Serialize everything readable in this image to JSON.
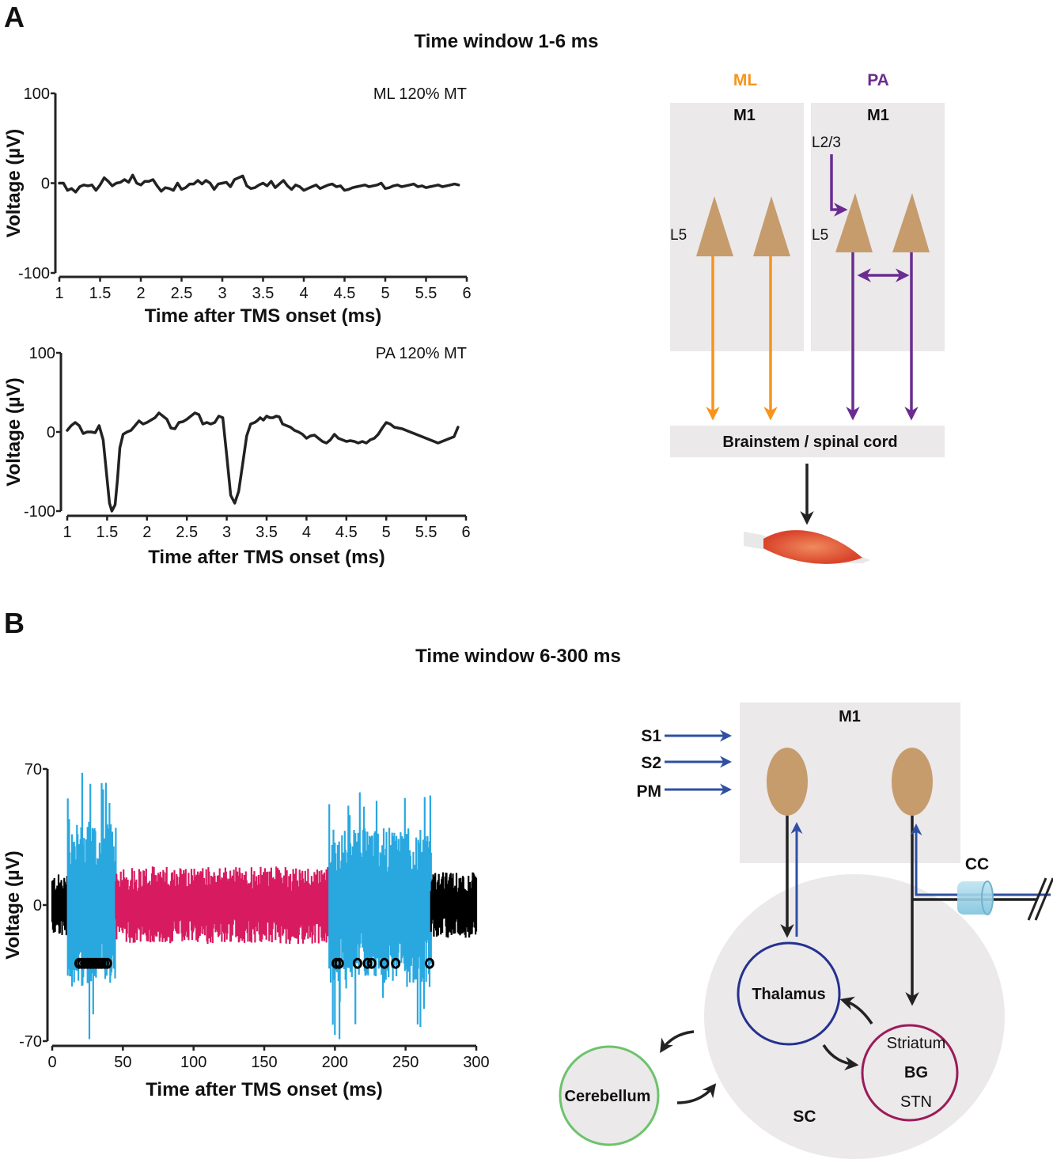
{
  "panel_a": {
    "letter": "A",
    "title": "Time window 1-6 ms",
    "diagram": {
      "ml_label": "ML",
      "pa_label": "PA",
      "ml_color": "#f7941d",
      "pa_color": "#6b2c91",
      "m1_left": "M1",
      "m1_right": "M1",
      "l5_left": "L5",
      "l5_right": "L5",
      "l23": "L2/3",
      "brainstem": "Brainstem / spinal cord",
      "neuron_color": "#c69c6d",
      "box_color": "#ebe9ea"
    }
  },
  "panel_b": {
    "letter": "B",
    "title": "Time window 6-300 ms",
    "diagram": {
      "m1": "M1",
      "inputs": [
        "S1",
        "S2",
        "PM"
      ],
      "input_color": "#2e4fa3",
      "cc": "CC",
      "thalamus": "Thalamus",
      "thalamus_color": "#25318f",
      "striatum": "Striatum",
      "bg": "BG",
      "stn": "STN",
      "bg_color": "#9b1b5a",
      "cerebellum": "Cerebellum",
      "cerebellum_color": "#6cc36b",
      "sc": "SC"
    }
  },
  "chart_data": [
    {
      "type": "line",
      "id": "ml",
      "annotation": "ML 120% MT",
      "xlabel": "Time after TMS onset (ms)",
      "ylabel": "Voltage (µV)",
      "xlim": [
        1,
        6
      ],
      "ylim": [
        -100,
        100
      ],
      "xticks": [
        "1",
        "1.5",
        "2",
        "2.5",
        "3",
        "3.5",
        "4",
        "4.5",
        "5",
        "5.5",
        "6"
      ],
      "yticks": [
        "100",
        "0",
        "-100"
      ],
      "color": "#222222",
      "x": [
        1.0,
        1.05,
        1.1,
        1.15,
        1.2,
        1.25,
        1.3,
        1.35,
        1.4,
        1.45,
        1.5,
        1.55,
        1.6,
        1.65,
        1.7,
        1.75,
        1.8,
        1.85,
        1.9,
        1.95,
        2.0,
        2.05,
        2.1,
        2.15,
        2.2,
        2.25,
        2.3,
        2.35,
        2.4,
        2.45,
        2.5,
        2.55,
        2.6,
        2.65,
        2.7,
        2.75,
        2.8,
        2.85,
        2.9,
        2.95,
        3.0,
        3.05,
        3.1,
        3.15,
        3.2,
        3.25,
        3.3,
        3.35,
        3.4,
        3.45,
        3.5,
        3.55,
        3.6,
        3.65,
        3.7,
        3.75,
        3.8,
        3.85,
        3.9,
        3.95,
        4.0,
        4.05,
        4.1,
        4.15,
        4.2,
        4.25,
        4.3,
        4.35,
        4.4,
        4.45,
        4.5,
        4.55,
        4.6,
        4.65,
        4.7,
        4.75,
        4.8,
        4.85,
        4.9,
        4.95,
        5.0,
        5.05,
        5.1,
        5.15,
        5.2,
        5.25,
        5.3,
        5.35,
        5.4,
        5.45,
        5.5,
        5.55,
        5.6,
        5.65,
        5.7,
        5.75,
        5.8,
        5.85,
        5.9
      ],
      "y": [
        0,
        0,
        -8,
        -6,
        -10,
        -4,
        -2,
        -3,
        -2,
        -8,
        -2,
        6,
        2,
        -3,
        0,
        1,
        4,
        1,
        9,
        0,
        -2,
        2,
        2,
        4,
        -3,
        -9,
        -5,
        -6,
        -8,
        0,
        -7,
        -5,
        -1,
        -1,
        3,
        -1,
        3,
        0,
        -7,
        -1,
        0,
        1,
        -4,
        4,
        6,
        8,
        -3,
        -6,
        -5,
        -2,
        0,
        -3,
        2,
        -5,
        -1,
        3,
        -3,
        -7,
        -2,
        -4,
        -8,
        -6,
        -4,
        -2,
        -6,
        -4,
        -2,
        -1,
        -4,
        -3,
        -8,
        -7,
        -5,
        -4,
        -3,
        -2,
        -4,
        -3,
        -2,
        0,
        -6,
        -5,
        -3,
        -2,
        -4,
        -3,
        -2,
        -1,
        -4,
        -3,
        -5,
        -4,
        -3,
        -2,
        -4,
        -3,
        -2,
        -1,
        -2
      ]
    },
    {
      "type": "line",
      "id": "pa",
      "annotation": "PA 120% MT",
      "xlabel": "Time after TMS onset (ms)",
      "ylabel": "Voltage (µV)",
      "xlim": [
        1,
        6
      ],
      "ylim": [
        -100,
        100
      ],
      "xticks": [
        "1",
        "1.5",
        "2",
        "2.5",
        "3",
        "3.5",
        "4",
        "4.5",
        "5",
        "5.5",
        "6"
      ],
      "yticks": [
        "100",
        "0",
        "-100"
      ],
      "color": "#222222",
      "x": [
        1.0,
        1.05,
        1.1,
        1.15,
        1.2,
        1.25,
        1.3,
        1.35,
        1.4,
        1.45,
        1.5,
        1.53,
        1.56,
        1.6,
        1.63,
        1.66,
        1.7,
        1.75,
        1.8,
        1.85,
        1.9,
        1.95,
        2.0,
        2.05,
        2.1,
        2.15,
        2.2,
        2.25,
        2.3,
        2.35,
        2.4,
        2.45,
        2.5,
        2.55,
        2.6,
        2.65,
        2.7,
        2.75,
        2.8,
        2.85,
        2.9,
        2.95,
        3.0,
        3.05,
        3.1,
        3.15,
        3.2,
        3.25,
        3.3,
        3.35,
        3.38,
        3.42,
        3.46,
        3.5,
        3.54,
        3.58,
        3.62,
        3.66,
        3.7,
        3.75,
        3.8,
        3.85,
        3.9,
        3.95,
        4.0,
        4.05,
        4.1,
        4.15,
        4.2,
        4.25,
        4.3,
        4.35,
        4.4,
        4.45,
        4.5,
        4.55,
        4.6,
        4.65,
        4.7,
        4.75,
        4.8,
        4.85,
        4.9,
        4.95,
        5.0,
        5.05,
        5.1,
        5.15,
        5.2,
        5.25,
        5.3,
        5.35,
        5.4,
        5.45,
        5.5,
        5.55,
        5.6,
        5.65,
        5.7,
        5.75,
        5.8,
        5.85,
        5.9
      ],
      "y": [
        2,
        8,
        12,
        8,
        -2,
        0,
        0,
        -1,
        8,
        -10,
        -60,
        -90,
        -100,
        -92,
        -60,
        -20,
        -3,
        0,
        2,
        8,
        14,
        10,
        12,
        15,
        18,
        24,
        20,
        16,
        5,
        4,
        12,
        13,
        16,
        20,
        24,
        22,
        10,
        12,
        10,
        12,
        20,
        18,
        -30,
        -80,
        -90,
        -75,
        -40,
        -5,
        10,
        12,
        14,
        18,
        15,
        20,
        18,
        18,
        20,
        19,
        10,
        8,
        6,
        2,
        0,
        -3,
        -8,
        -5,
        -4,
        -8,
        -12,
        -14,
        -10,
        -3,
        -8,
        -10,
        -12,
        -11,
        -12,
        -14,
        -12,
        -14,
        -10,
        -8,
        -3,
        5,
        12,
        10,
        6,
        5,
        4,
        2,
        0,
        -2,
        -4,
        -6,
        -8,
        -10,
        -12,
        -14,
        -12,
        -10,
        -8,
        -6,
        6
      ]
    },
    {
      "type": "line",
      "id": "long",
      "xlabel": "Time after TMS onset (ms)",
      "ylabel": "Voltage (µV)",
      "xlim": [
        0,
        300
      ],
      "ylim": [
        -70,
        70
      ],
      "xticks": [
        "0",
        "50",
        "100",
        "150",
        "200",
        "250",
        "300"
      ],
      "yticks": [
        "70",
        "0",
        "-70"
      ],
      "segments": [
        {
          "name": "baseline-pre",
          "x_range": [
            0,
            11
          ],
          "amplitude": 16,
          "color": "#000000"
        },
        {
          "name": "burst-early",
          "x_range": [
            11,
            45
          ],
          "amplitude": 42,
          "peak": 68,
          "trough": -69,
          "color": "#29a8e0"
        },
        {
          "name": "silent-period",
          "x_range": [
            45,
            196
          ],
          "amplitude": 20,
          "color": "#d81b60"
        },
        {
          "name": "burst-late",
          "x_range": [
            196,
            268
          ],
          "amplitude": 40,
          "peak": 58,
          "trough": -69,
          "color": "#29a8e0"
        },
        {
          "name": "baseline-post",
          "x_range": [
            268,
            300
          ],
          "amplitude": 17,
          "color": "#000000"
        }
      ],
      "markers": {
        "y": -30,
        "x": [
          19,
          21,
          23,
          25,
          27,
          29,
          31,
          33,
          35,
          37,
          39,
          201,
          203,
          216,
          223,
          226,
          235,
          243,
          267
        ],
        "color": "#000000"
      }
    }
  ]
}
